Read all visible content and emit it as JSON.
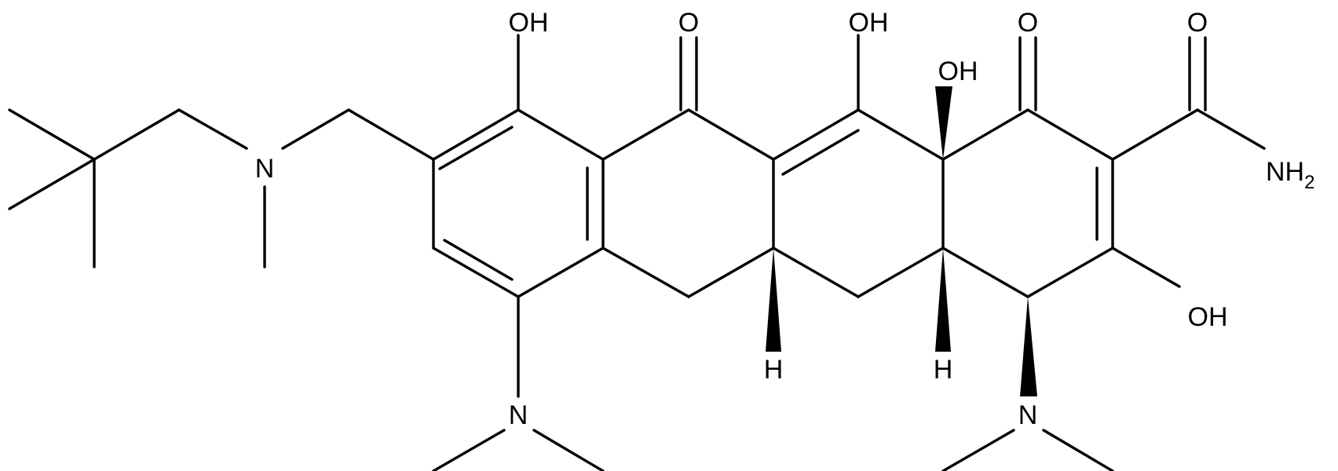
{
  "molecule": {
    "atom_labels": {
      "oh_c1": "OH",
      "o_c10": "O",
      "oh_c11": "OH",
      "o_c1": "O",
      "o_amide": "O",
      "oh_c12a": "OH",
      "n_amine_side": "N",
      "n_amide": "NH",
      "n_amide_sub": "2",
      "oh_c3": "OH",
      "h_c5a": "H",
      "h_c4a": "H",
      "n_c7": "N",
      "n_c4": "N"
    },
    "colors": {
      "ink": "#000000",
      "background": "#ffffff"
    }
  }
}
